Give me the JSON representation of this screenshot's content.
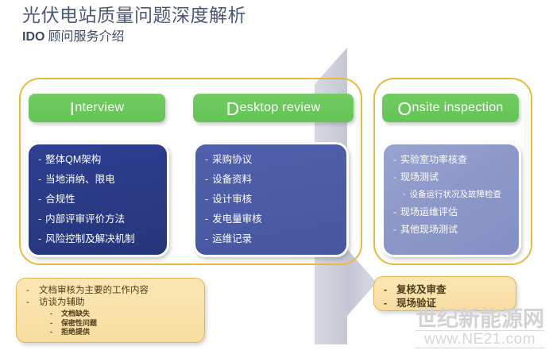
{
  "title": {
    "main": "光伏电站质量问题深度解析",
    "sub_lead": "IDO",
    "sub_rest": " 顾问服务介绍"
  },
  "colors": {
    "accent_outline": "#E9B93F",
    "chip_green": "#64C455",
    "panel_one_blue": "#2E3F92",
    "panel_two_blue": "#5160AC",
    "panel_three_blue": "#8D98C9",
    "callout_yellow": "#F7DDA0",
    "arrow_gray": "#C6C8D4",
    "title_color": "#4A5876"
  },
  "stages": [
    {
      "chip_lead": "I",
      "chip_rest": "nterview",
      "items": [
        {
          "dash": "-",
          "text": "整体QM架构"
        },
        {
          "dash": "-",
          "text": "当地消纳、限电"
        },
        {
          "dash": "-",
          "text": "合规性"
        },
        {
          "dash": "-",
          "text": "内部评审评价方法"
        },
        {
          "dash": "-",
          "text": "风险控制及解决机制"
        }
      ]
    },
    {
      "chip_lead": "D",
      "chip_rest": "esktop review",
      "items": [
        {
          "dash": "-",
          "text": "采购协议"
        },
        {
          "dash": "-",
          "text": "设备资料"
        },
        {
          "dash": "-",
          "text": "设计审核"
        },
        {
          "dash": "-",
          "text": "发电量审核"
        },
        {
          "dash": "-",
          "text": "运维记录"
        }
      ]
    },
    {
      "chip_lead": "O",
      "chip_rest": "nsite inspection",
      "items": [
        {
          "dash": "-",
          "text": "实验室功率核查",
          "sub": false
        },
        {
          "dash": "-",
          "text": "现场测试",
          "sub": false
        },
        {
          "dash": "-",
          "text": "设备运行状况及故障检查",
          "sub": true
        },
        {
          "dash": "-",
          "text": "现场运维评估",
          "sub": false
        },
        {
          "dash": "-",
          "text": "其他现场测试",
          "sub": false
        }
      ]
    }
  ],
  "callout_left": {
    "items": [
      {
        "dash": "-",
        "text": "文档审核为主要的工作内容"
      },
      {
        "dash": "-",
        "text": "访谈为辅助"
      }
    ],
    "sub_items": [
      {
        "dash": "-",
        "text": "文档缺失"
      },
      {
        "dash": "-",
        "text": "保密性问题"
      },
      {
        "dash": "-",
        "text": "拒绝提供"
      }
    ]
  },
  "callout_right": {
    "items": [
      {
        "dash": "-",
        "text": "复核及审查"
      },
      {
        "dash": "-",
        "text": "现场验证"
      }
    ]
  },
  "watermark": {
    "cn": "世纪新能源网",
    "en": "www.NE21.com"
  }
}
